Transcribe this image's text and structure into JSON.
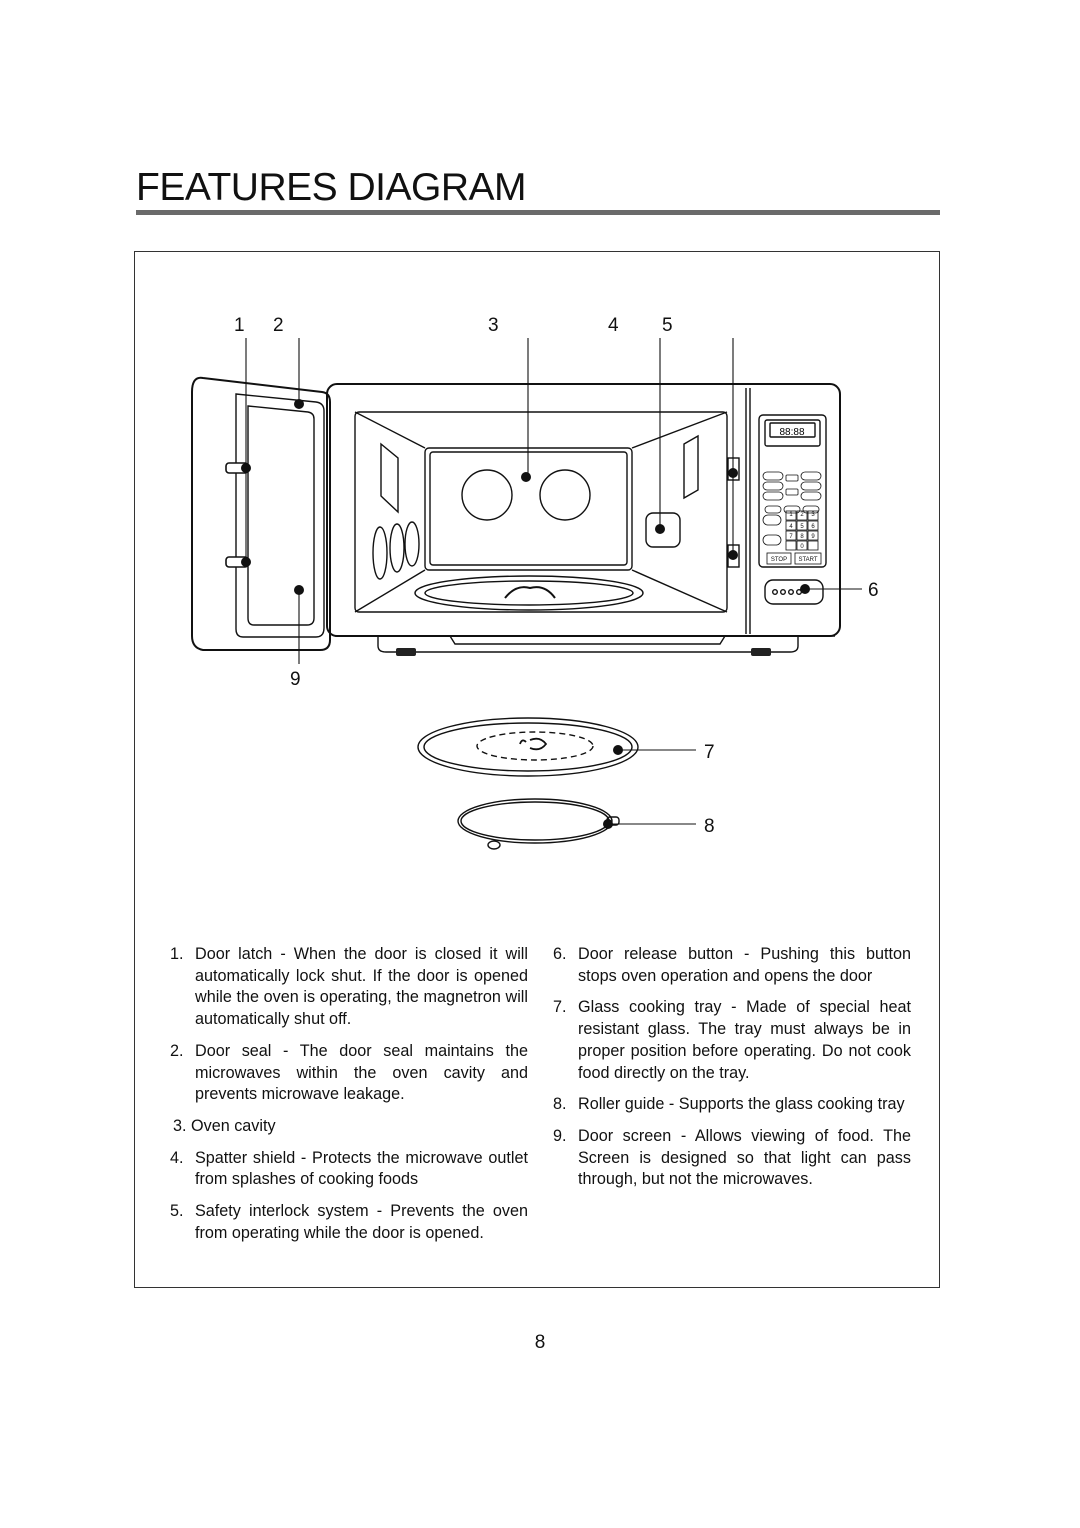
{
  "page": {
    "title": "FEATURES DIAGRAM",
    "page_number": "8"
  },
  "callouts": [
    "1",
    "2",
    "3",
    "4",
    "5",
    "6",
    "7",
    "8",
    "9"
  ],
  "control_panel": {
    "display": "88:88",
    "number_keys": [
      "1",
      "2",
      "3",
      "4",
      "5",
      "6",
      "7",
      "8",
      "9",
      "0"
    ],
    "stop_label": "STOP",
    "start_label": "START"
  },
  "features_left": [
    {
      "num": "1.",
      "name": "Door latch",
      "desc": "- When the door is closed it will automatically lock shut. If the door is opened while the oven is operating, the magnetron will automatically shut off."
    },
    {
      "num": "2.",
      "name": "Door seal",
      "desc": "- The door seal maintains the microwaves within the oven cavity and prevents microwave leakage."
    },
    {
      "num": "3.",
      "name": "Oven cavity",
      "desc": ""
    },
    {
      "num": "4.",
      "name": "Spatter shield",
      "desc": "- Protects the microwave outlet from splashes of cooking foods"
    },
    {
      "num": "5.",
      "name": "Safety interlock system",
      "desc": "- Prevents the oven from operating while the door is opened."
    }
  ],
  "features_right": [
    {
      "num": "6.",
      "name": "Door release button",
      "desc": "- Pushing this button stops oven operation and opens the door"
    },
    {
      "num": "7.",
      "name": "Glass cooking tray",
      "desc": "- Made of special heat resistant glass. The tray must always be in proper position before operating. Do not cook food directly on the tray."
    },
    {
      "num": "8.",
      "name": "Roller guide",
      "desc": "- Supports the glass cooking tray"
    },
    {
      "num": "9.",
      "name": "Door screen",
      "desc": "- Allows viewing of food. The Screen is designed so that light can pass through, but not the microwaves."
    }
  ]
}
